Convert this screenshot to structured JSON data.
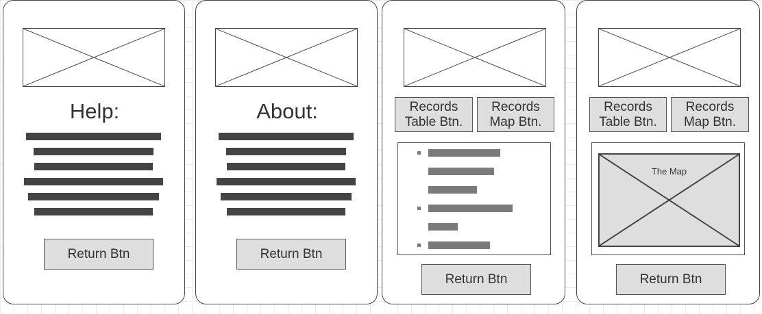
{
  "help_screen": {
    "title": "Help:",
    "return_label": "Return Btn"
  },
  "about_screen": {
    "title": "About:",
    "return_label": "Return Btn"
  },
  "records_table_screen": {
    "table_btn_label": "Records Table Btn.",
    "map_btn_label": "Records Map Btn.",
    "return_label": "Return Btn"
  },
  "records_map_screen": {
    "table_btn_label": "Records Table Btn.",
    "map_btn_label": "Records Map Btn.",
    "map_label": "The Map",
    "return_label": "Return Btn"
  }
}
